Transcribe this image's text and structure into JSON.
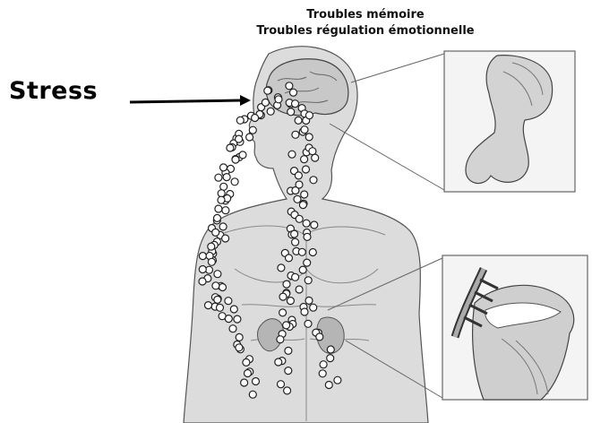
{
  "captions": {
    "line1": "Troubles mémoire",
    "line2": "Troubles régulation émotionnelle"
  },
  "stress_label": "Stress",
  "colors": {
    "ink": "#1a1a1a",
    "body_fill": "#d9d9d9",
    "organ_fill": "#bdbdbd",
    "inset_bg": "#f2f2f2"
  }
}
